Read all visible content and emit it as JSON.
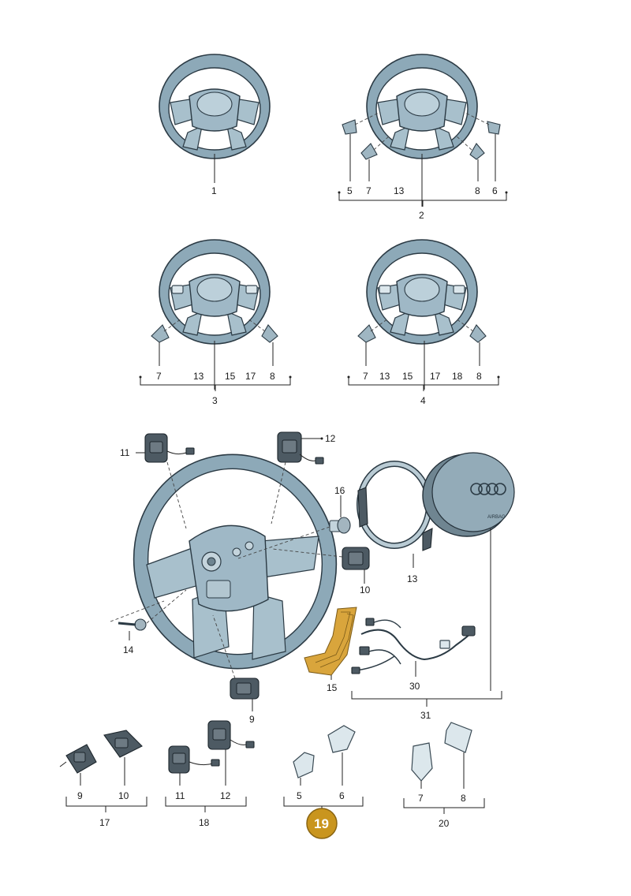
{
  "callouts": {
    "c1": "1",
    "c2": "2",
    "c3": "3",
    "c4": "4",
    "c5": "5",
    "c6": "6",
    "c7": "7",
    "c8": "8",
    "c9": "9",
    "c10": "10",
    "c11": "11",
    "c12": "12",
    "c13": "13",
    "c14": "14",
    "c15": "15",
    "c16": "16",
    "c17": "17",
    "c18": "18",
    "c20": "20",
    "c30": "30",
    "c31": "31"
  },
  "highlight": {
    "label": "19",
    "color": "#c9951e"
  },
  "logo": {
    "brand": "audi-rings",
    "text": "AIRBAG"
  },
  "colors": {
    "part": "#9fb6c2",
    "ribbon": "#d9a53c",
    "line": "#222222"
  }
}
